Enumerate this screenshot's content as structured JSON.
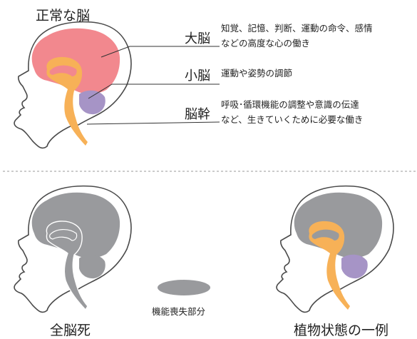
{
  "titles": {
    "normal": "正常な脳",
    "whole_brain_death": "全脳死",
    "vegetative_state": "植物状態の一例"
  },
  "parts": [
    {
      "name": "大脳",
      "color": "#f2888e",
      "desc": [
        "知覚、記憶、判断、運動の命令、感情",
        "などの高度な心の働き"
      ]
    },
    {
      "name": "小脳",
      "color": "#a694c6",
      "desc": [
        "運動や姿勢の調節"
      ]
    },
    {
      "name": "脳幹",
      "color": "#f7b157",
      "desc": [
        "呼吸･循環機能の調整や意識の伝達",
        "など、生きていくために必要な働き"
      ]
    }
  ],
  "legend": {
    "label": "機能喪失部分",
    "color": "#999a9d"
  }
}
